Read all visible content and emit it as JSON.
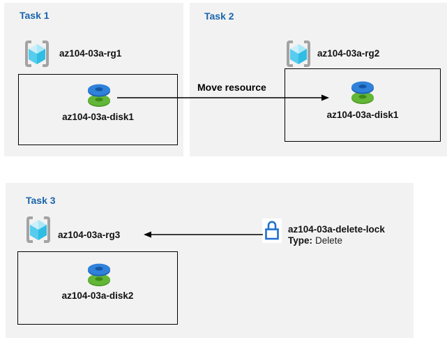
{
  "diagram": {
    "tasks": [
      {
        "title": "Task 1",
        "resource_group": "az104-03a-rg1",
        "resource": "az104-03a-disk1"
      },
      {
        "title": "Task 2",
        "resource_group": "az104-03a-rg2",
        "resource": "az104-03a-disk1"
      },
      {
        "title": "Task 3",
        "resource_group": "az104-03a-rg3",
        "resource": "az104-03a-disk2"
      }
    ],
    "move_arrow_label": "Move resource",
    "lock": {
      "name": "az104-03a-delete-lock",
      "type_label": "Type:",
      "type_value": "Delete"
    }
  },
  "icons": {
    "resource_group": "azure-resource-group-icon (cube in gray brackets)",
    "disk": "azure-disk-icon (blue disk stacked on green disk)",
    "lock": "padlock-icon",
    "move_arrow": "arrow-right-icon",
    "lock_arrow": "arrow-left-icon"
  },
  "colors": {
    "panel_bg": "#f2f2f2",
    "task_title_blue": "#1a64ab",
    "label_text": "#111111",
    "box_border": "#000000",
    "lock_outline": "#2070d0",
    "disk_blue": "#2f81da",
    "disk_green": "#63b637",
    "cube_cyan_light": "#cdeffa",
    "cube_cyan": "#56ccee",
    "bracket_gray": "#a3a3a3",
    "arrow_black": "#000000"
  }
}
